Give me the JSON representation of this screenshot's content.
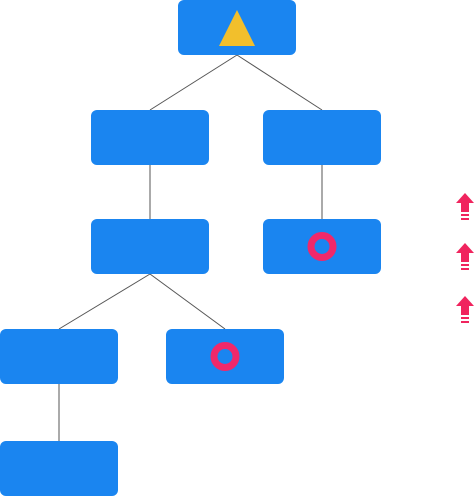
{
  "colors": {
    "node": "#1a85f0",
    "edge": "#555555",
    "triangle": "#f2bf2c",
    "ring": "#f0286a",
    "arrow": "#f0245e"
  },
  "tree": {
    "nodes": [
      {
        "id": "root",
        "marker": "triangle-icon"
      },
      {
        "id": "left",
        "marker": ""
      },
      {
        "id": "right",
        "marker": ""
      },
      {
        "id": "left-child",
        "marker": ""
      },
      {
        "id": "right-child",
        "marker": "ring-icon"
      },
      {
        "id": "left-left",
        "marker": ""
      },
      {
        "id": "left-right",
        "marker": "ring-icon"
      },
      {
        "id": "leaf",
        "marker": ""
      }
    ],
    "edges": [
      [
        "root",
        "left"
      ],
      [
        "root",
        "right"
      ],
      [
        "left",
        "left-child"
      ],
      [
        "right",
        "right-child"
      ],
      [
        "left-child",
        "left-left"
      ],
      [
        "left-child",
        "left-right"
      ],
      [
        "left-left",
        "leaf"
      ]
    ]
  },
  "arrows": {
    "count": 3,
    "icon": "up-arrow-icon"
  }
}
